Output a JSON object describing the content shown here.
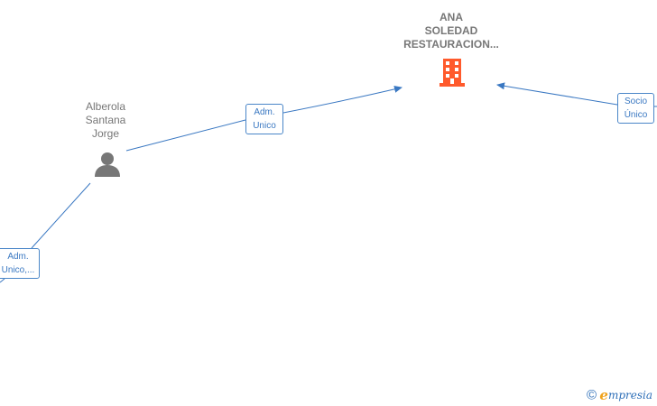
{
  "company": {
    "name_lines": [
      "ANA",
      "SOLEDAD",
      "RESTAURACION..."
    ],
    "icon": "building-icon",
    "icon_color": "#ff5a2c"
  },
  "person": {
    "name_lines": [
      "Alberola",
      "Santana",
      "Jorge"
    ],
    "icon": "person-icon",
    "icon_color": "#777777"
  },
  "roles": {
    "adm_unico": [
      "Adm.",
      "Unico"
    ],
    "socio_unico": [
      "Socio",
      "Único"
    ],
    "adm_unico_2": [
      "Adm.",
      "Unico,..."
    ]
  },
  "edge_color": "#3a78c2",
  "watermark": {
    "copyright": "©",
    "brand_first": "e",
    "brand_rest": "mpresia"
  }
}
